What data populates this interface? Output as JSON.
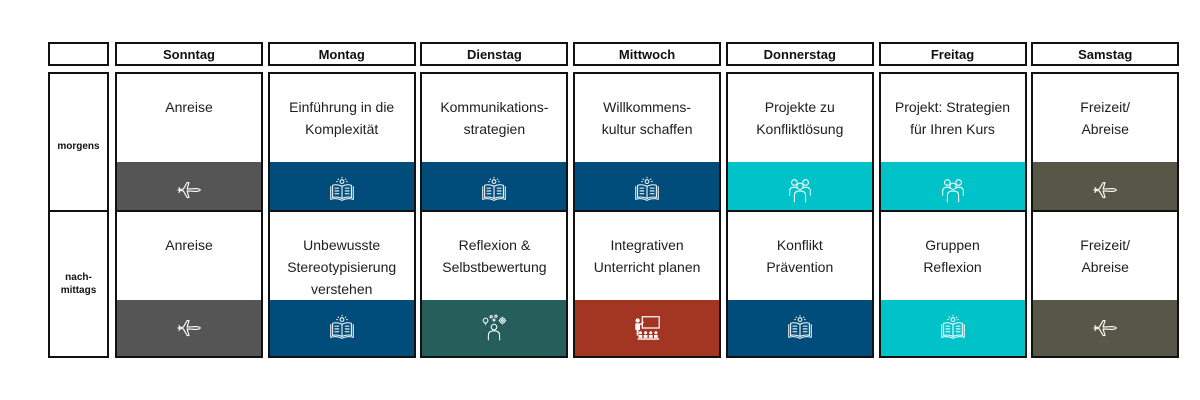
{
  "days": [
    "Sonntag",
    "Montag",
    "Dienstag",
    "Mittwoch",
    "Donnerstag",
    "Freitag",
    "Samstag"
  ],
  "rows": [
    {
      "label_lines": [
        "morgens"
      ],
      "cells": [
        {
          "lines": [
            "Anreise"
          ],
          "color": "#555555",
          "icon": "airplane-icon"
        },
        {
          "lines": [
            "Einführung in die",
            "Komplexität"
          ],
          "color": "#004C7A",
          "icon": "open-book-icon"
        },
        {
          "lines": [
            "Kommunikations-",
            "strategien"
          ],
          "color": "#004C7A",
          "icon": "open-book-icon"
        },
        {
          "lines": [
            "Willkommens-",
            "kultur schaffen"
          ],
          "color": "#004C7A",
          "icon": "open-book-icon"
        },
        {
          "lines": [
            "Projekte zu",
            "Konfliktlösung"
          ],
          "color": "#00C2C9",
          "icon": "group-icon"
        },
        {
          "lines": [
            "Projekt: Strategien",
            "für Ihren Kurs"
          ],
          "color": "#00C2C9",
          "icon": "group-icon"
        },
        {
          "lines": [
            "Freizeit/",
            "Abreise"
          ],
          "color": "#575748",
          "icon": "airplane-icon"
        }
      ]
    },
    {
      "label_lines": [
        "nach-",
        "mittags"
      ],
      "cells": [
        {
          "lines": [
            "Anreise"
          ],
          "color": "#555555",
          "icon": "airplane-icon"
        },
        {
          "lines": [
            "Unbewusste",
            "Stereotypisierung",
            "verstehen"
          ],
          "color": "#004C7A",
          "icon": "open-book-icon"
        },
        {
          "lines": [
            "Reflexion &",
            "Selbstbewertung"
          ],
          "color": "#255E5A",
          "icon": "thinking-person-icon"
        },
        {
          "lines": [
            "Integrativen",
            "Unterricht planen"
          ],
          "color": "#A23623",
          "icon": "teacher-class-icon"
        },
        {
          "lines": [
            "Konflikt",
            "Prävention"
          ],
          "color": "#004C7A",
          "icon": "open-book-icon"
        },
        {
          "lines": [
            "Gruppen",
            "Reflexion"
          ],
          "color": "#00C2C9",
          "icon": "open-book-icon"
        },
        {
          "lines": [
            "Freizeit/",
            "Abreise"
          ],
          "color": "#575748",
          "icon": "airplane-icon"
        }
      ]
    }
  ]
}
